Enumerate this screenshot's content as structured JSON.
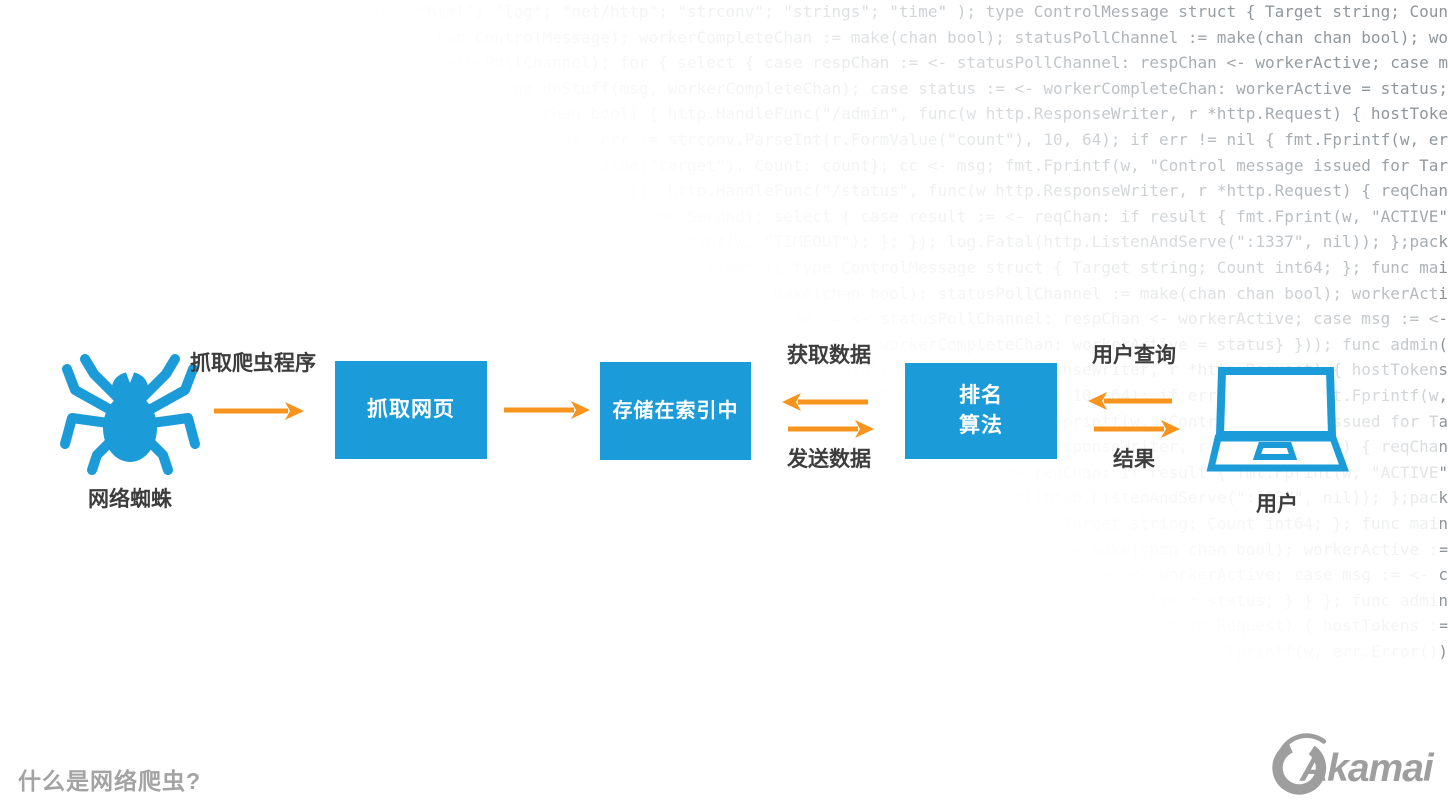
{
  "colors": {
    "blue": "#1b9bd8",
    "orange": "#f7941e",
    "label": "#3d3d3d",
    "gray-text": "#a3a3a3",
    "logo-gray": "#9e9e9e",
    "code-gray": "#8e969c"
  },
  "footer": {
    "question": "什么是网络爬虫?",
    "logo_text": "Akamai"
  },
  "diagram": {
    "spider_label": "网络蜘蛛",
    "arrow1_label": "抓取爬虫程序",
    "box1_label": "抓取网页",
    "box2_label": "存储在索引中",
    "box3_line1": "排名",
    "box3_line2": "算法",
    "left_pair_top_label": "获取数据",
    "left_pair_bottom_label": "发送数据",
    "right_pair_top_label": "用户查询",
    "right_pair_bottom_label": "结果",
    "user_label": "用户"
  },
  "background_code": {
    "lines": [
      "package main; import ( \"fmt\"; \"html\"; \"log\"; \"net/http\"; \"strconv\"; \"strings\"; \"time\" ); type ControlMessage struct { Target string; Coun",
      "t int64; }; func main() { controlChannel := make(chan ControlMessage); workerCompleteChan := make(chan bool); statusPollChannel := make(chan chan bool); wo",
      "rkerActive := false; go admin(controlChannel, statusPollChannel); for { select { case respChan := <- statusPollChannel: respChan <- workerActive; case m",
      "sg := <- controlChannel: workerActive = true; go doStuff(msg, workerCompleteChan); case status := <- workerCompleteChan: workerActive = status;",
      "}}}; func admin(cc chan ControlMessage, statusPollChannel chan chan bool) { http.HandleFunc(\"/admin\", func(w http.ResponseWriter, r *http.Request) { hostToke",
      "ns := strings.Split(r.Host, \":\"); r.ParseForm(); count, err := strconv.ParseInt(r.FormValue(\"count\"), 10, 64); if err != nil { fmt.Fprintf(w, er",
      "r.Error()); return; }; msg := ControlMessage{Target: r.FormValue(\"target\"), Count: count}; cc <- msg; fmt.Fprintf(w, \"Control message issued for Tar",
      "get %s, count %d\", html.EscapeString(r.FormValue(\"target\")), count); }); http.HandleFunc(\"/status\", func(w http.ResponseWriter, r *http.Request) { reqChan",
      ":= make(chan bool); statusPollChannel <- reqChan; timeout := time.After(time.Second); select { case result := <- reqChan: if result { fmt.Fprint(w, \"ACTIVE\"",
      "); } else { fmt.Fprint(w, \"IDLE\"); }; return; case <- timeout: fmt.Fprint(w, \"TIMEOUT\"); }; }); log.Fatal(http.ListenAndServe(\":1337\", nil)); };pack",
      "age main; import ( \"fmt\"; \"log\"; \"net/http\"; \"strconv\"; \"strings\"; \"time\" ); type ControlMessage struct { Target string; Count int64; }; func mai",
      "n() { controlChannel := make(chan ControlMessage); workerCompleteChan := make(chan bool); statusPollChannel := make(chan chan bool); workerActi",
      "ve := false; go admin(controlChannel, statusPollChannel); for { select { case respChan := <- statusPollChannel: respChan <- workerActive; case msg := <-",
      "controlChannel: workerActive = true; go doStuff(msg, workerCompleteChan); case status := <- workerCompleteChan: workerActive = status} })); func admin(",
      "cc chan ControlMessage, statusPollChannel chan chan bool) { http.HandleFunc(\"/admin\", func(w http.ResponseWriter, r *http.Request) { hostTokens",
      ":= strings.Split(r.Host, \":\"); r.ParseForm(); count, err := strconv.ParseInt(r.FormValue(\"count\"), 10, 64); if err != nil { fmt.Fprintf(w,",
      "err.Error()); return; }; msg := ControlMessage{Target: r.FormValue(\"target\"), Count: count}; cc <- msg; fmt.Fprintf(w, \"Control message issued for Ta",
      "rget %s, count %d\", html.EscapeString(r.FormValue(\"target\")), count); }); http.HandleFunc(\"/status\", func(w http.ResponseWriter, r *http.Request) { reqChan",
      ":= make(chan bool); statusPollChannel <- reqChan; timeout := time.After(time.Second); select { case result := <- reqChan: if result { fmt.Fprint(w, \"ACTIVE\"",
      "); } else { fmt.Fprint(w, \"IDLE\"); }; return; case <- timeout: fmt.Fprint(w, \"TIMEOUT\"); }; }); log.Fatal(http.ListenAndServe(\":1337\", nil)); };pack",
      "age main; import ( \"fmt\"; \"html\"; \"log\"; \"net/http\"; \"strconv\"; \"strings\"; \"time\" ); type ControlMessage struct { Target string; Count int64; }; func main",
      "() { controlChannel := make(chan ControlMessage); workerCompleteChan := make(chan bool); statusPollChannel := make(chan chan bool); workerActive :=",
      "false; go admin(controlChannel, statusPollChannel); for { select { case respChan := <- statusPollChannel: respChan <- workerActive; case msg := <- c",
      "ontrolChannel: workerActive = true; go doStuff(msg, workerCompleteChan); case status := <- workerCompleteChan: workerActive = status; } } }; func admin",
      "(cc chan ControlMessage, statusPollChannel chan chan bool) { http.HandleFunc(\"/admin\", func(w http.ResponseWriter, r *http.Request) { hostTokens :=",
      "strings.Split(r.Host, \":\"); r.ParseForm(); count, err := strconv.ParseInt(r.FormValue(\"count\"), 10, 64); if err != nil { fmt.Fprintf(w, err.Error())"
    ]
  }
}
